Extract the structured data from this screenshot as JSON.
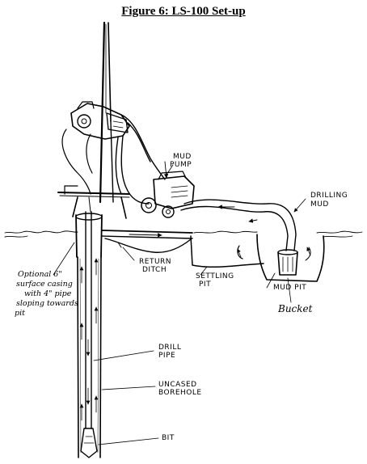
{
  "figure": {
    "title": "Figure 6: LS-100 Set-up"
  },
  "labels": {
    "mud_pump_line1": "MUD",
    "mud_pump_line2": "PUMP",
    "drilling_mud_line1": "DRILLING",
    "drilling_mud_line2": "MUD",
    "return_ditch_line1": "RETURN",
    "return_ditch_line2": "DITCH",
    "settling_pit_line1": "SETTLING",
    "settling_pit_line2": "PIT",
    "mud_pit": "MUD PIT",
    "bucket": "Bucket",
    "casing_note_line1": "Optional 6\"",
    "casing_note_line2": "surface casing",
    "casing_note_line3": "with 4\" pipe",
    "casing_note_line4": "sloping towards",
    "casing_note_line5": "pit",
    "drill_pipe_line1": "DRILL",
    "drill_pipe_line2": "PIPE",
    "uncased_borehole_line1": "UNCASED",
    "uncased_borehole_line2": "BOREHOLE",
    "bit": "BIT"
  }
}
